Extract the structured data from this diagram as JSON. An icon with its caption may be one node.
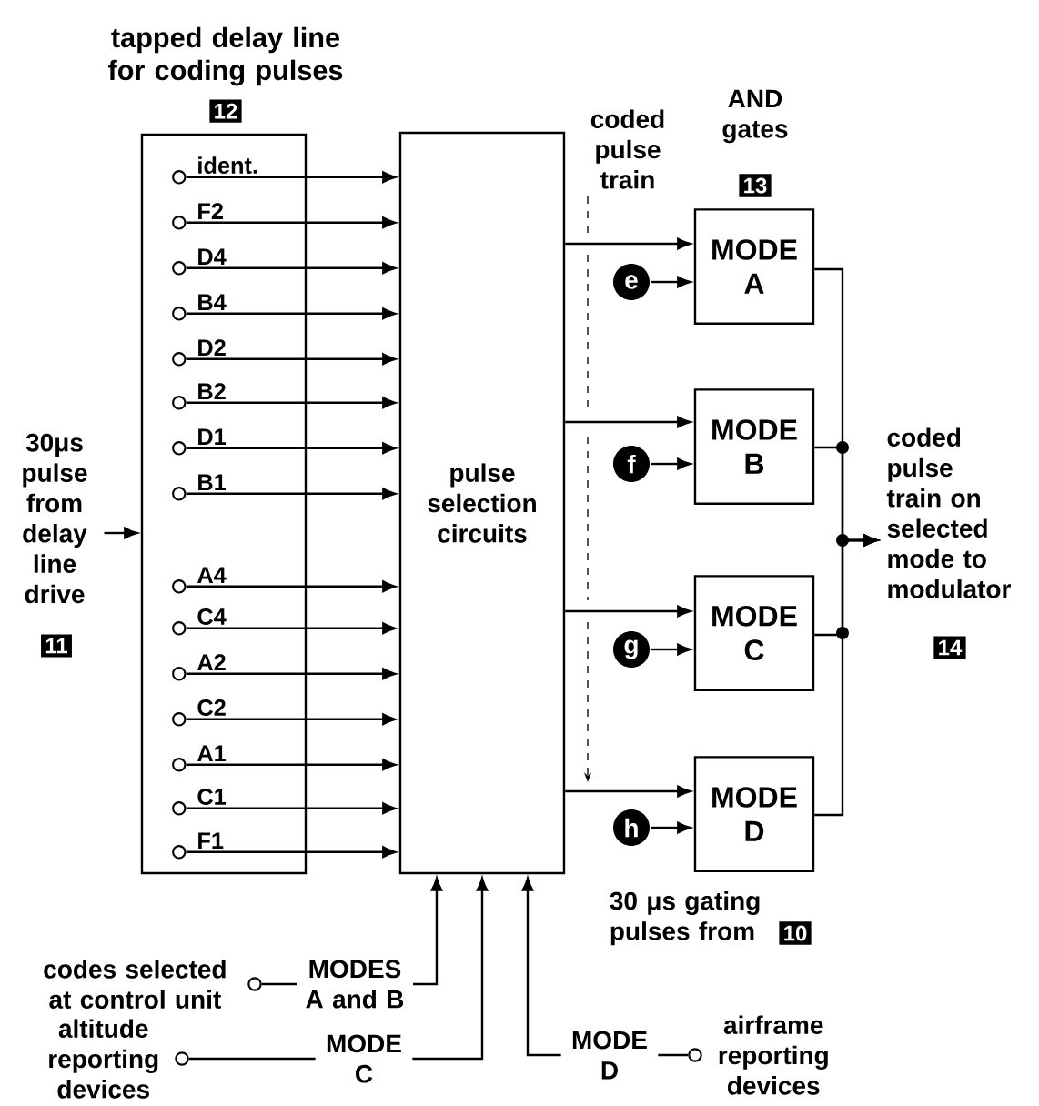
{
  "diagram": {
    "nodes": [
      {
        "text": [
          "tapped delay line for coding pulses"
        ]
      },
      {
        "text": [],
        "shape": "circle",
        "beside": [
          "ident."
        ],
        "in": 0
      },
      {
        "text": [],
        "shape": "circle",
        "beside": [
          "F2"
        ],
        "in": 0
      },
      {
        "text": [],
        "shape": "circle",
        "beside": [
          "D4"
        ],
        "in": 0
      },
      {
        "text": [],
        "shape": "circle",
        "beside": [
          "B4"
        ],
        "in": 0
      },
      {
        "text": [],
        "shape": "circle",
        "beside": [
          "D2"
        ],
        "in": 0
      },
      {
        "text": [],
        "shape": "circle",
        "beside": [
          "B2"
        ],
        "in": 0
      },
      {
        "text": [],
        "shape": "circle",
        "beside": [
          "D1"
        ],
        "in": 0
      },
      {
        "text": [],
        "shape": "circle",
        "beside": [
          "B1"
        ],
        "in": 0
      },
      {
        "text": [],
        "shape": "circle",
        "beside": [
          "A4"
        ],
        "in": 0
      },
      {
        "text": [],
        "shape": "circle",
        "beside": [
          "C4"
        ],
        "in": 0
      },
      {
        "text": [],
        "shape": "circle",
        "beside": [
          "A2"
        ],
        "in": 0
      },
      {
        "text": [],
        "shape": "circle",
        "beside": [
          "C2"
        ],
        "in": 0
      },
      {
        "text": [],
        "shape": "circle",
        "beside": [
          "A1"
        ],
        "in": 0
      },
      {
        "text": [],
        "shape": "circle",
        "beside": [
          "C1"
        ],
        "in": 0
      },
      {
        "text": [],
        "shape": "circle",
        "beside": [
          "F1"
        ],
        "in": 0
      },
      {
        "text": [
          "pulse selection circuits"
        ]
      },
      {
        "text": [
          "30μs pulse from delay line drive"
        ]
      },
      {
        "text": [
          "MODE A"
        ]
      },
      {
        "text": [
          "MODE B"
        ]
      },
      {
        "text": [
          "MODE C"
        ]
      },
      {
        "text": [
          "MODE D"
        ]
      },
      {
        "text": [
          "e"
        ]
      },
      {
        "text": [
          "f"
        ]
      },
      {
        "text": [
          "g"
        ]
      },
      {
        "text": [
          "h"
        ]
      },
      {
        "text": [
          "coded pulse train on selected mode to modulator"
        ]
      },
      {
        "text": [],
        "shape": "circle",
        "beside": [
          "codes selected at control unit"
        ]
      },
      {
        "text": [],
        "shape": "circle",
        "beside": [
          "altitude reporting devices"
        ]
      },
      {
        "text": [],
        "shape": "circle",
        "beside": [
          "airframe reporting devices"
        ]
      },
      {
        "text": [
          "12"
        ]
      },
      {
        "text": [
          "13"
        ]
      },
      {
        "text": [
          "11"
        ]
      },
      {
        "text": [
          "14"
        ]
      },
      {
        "text": [
          "10"
        ]
      }
    ],
    "edges": [
      {
        "from": 17,
        "to": 0,
        "arrow": "to"
      },
      {
        "from": 1,
        "to": 16,
        "arrow": "to"
      },
      {
        "from": 2,
        "to": 16,
        "arrow": "to"
      },
      {
        "from": 3,
        "to": 16,
        "arrow": "to"
      },
      {
        "from": 4,
        "to": 16,
        "arrow": "to"
      },
      {
        "from": 5,
        "to": 16,
        "arrow": "to"
      },
      {
        "from": 6,
        "to": 16,
        "arrow": "to"
      },
      {
        "from": 7,
        "to": 16,
        "arrow": "to"
      },
      {
        "from": 8,
        "to": 16,
        "arrow": "to"
      },
      {
        "from": 9,
        "to": 16,
        "arrow": "to"
      },
      {
        "from": 10,
        "to": 16,
        "arrow": "to"
      },
      {
        "from": 11,
        "to": 16,
        "arrow": "to"
      },
      {
        "from": 12,
        "to": 16,
        "arrow": "to"
      },
      {
        "from": 13,
        "to": 16,
        "arrow": "to"
      },
      {
        "from": 14,
        "to": 16,
        "arrow": "to"
      },
      {
        "from": 15,
        "to": 16,
        "arrow": "to"
      },
      {
        "from": 16,
        "to": 18,
        "arrow": "to"
      },
      {
        "from": 16,
        "to": 19,
        "arrow": "to"
      },
      {
        "from": 16,
        "to": 20,
        "arrow": "to"
      },
      {
        "from": 16,
        "to": 21,
        "arrow": "to"
      },
      {
        "from": 22,
        "to": 18,
        "arrow": "to"
      },
      {
        "from": 23,
        "to": 19,
        "arrow": "to"
      },
      {
        "from": 24,
        "to": 20,
        "arrow": "to"
      },
      {
        "from": 25,
        "to": 21,
        "arrow": "to"
      },
      {
        "from": 18,
        "to": 26,
        "arrow": "to"
      },
      {
        "from": 19,
        "to": 26,
        "arrow": "to"
      },
      {
        "from": 20,
        "to": 26,
        "arrow": "to"
      },
      {
        "from": 21,
        "to": 26,
        "arrow": "to"
      },
      {
        "from": 27,
        "to": 16,
        "arrow": "to",
        "label": "MODES A and B"
      },
      {
        "from": 28,
        "to": 16,
        "arrow": "to",
        "label": "MODE C"
      },
      {
        "from": 29,
        "to": 16,
        "arrow": "to",
        "label": "MODE D"
      }
    ],
    "labels": [
      "coded pulse train",
      "AND gates",
      "30 μs gating pulses from"
    ]
  }
}
